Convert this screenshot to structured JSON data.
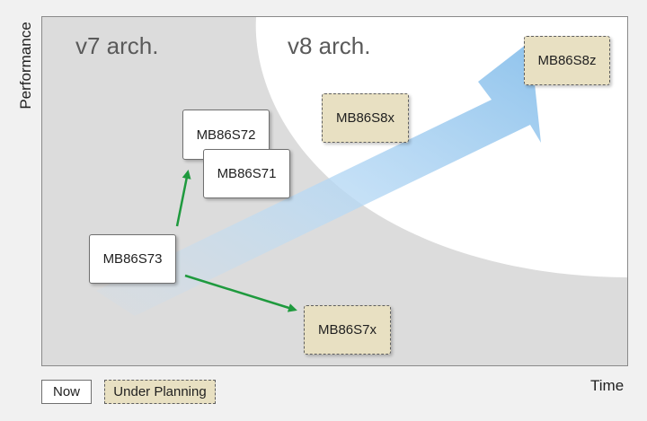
{
  "regions": {
    "v7_label": "v7 arch.",
    "v8_label": "v8 arch."
  },
  "axes": {
    "y_label": "Performance",
    "x_label": "Time"
  },
  "products": {
    "mb86s73": "MB86S73",
    "mb86s72": "MB86S72",
    "mb86s71": "MB86S71",
    "mb86s8x": "MB86S8x",
    "mb86s8z": "MB86S8z",
    "mb86s7x": "MB86S7x"
  },
  "legend": {
    "now_label": "Now",
    "planning_label": "Under Planning"
  },
  "colors": {
    "now_fill": "#ffffff",
    "planning_fill": "#e8e0c2",
    "v7_region": "#dcdcdc",
    "v8_region": "#ffffff",
    "trend_arrow": "#8fc3ec",
    "connector_arrow": "#1f9a3e",
    "background": "#f1f1f1"
  }
}
